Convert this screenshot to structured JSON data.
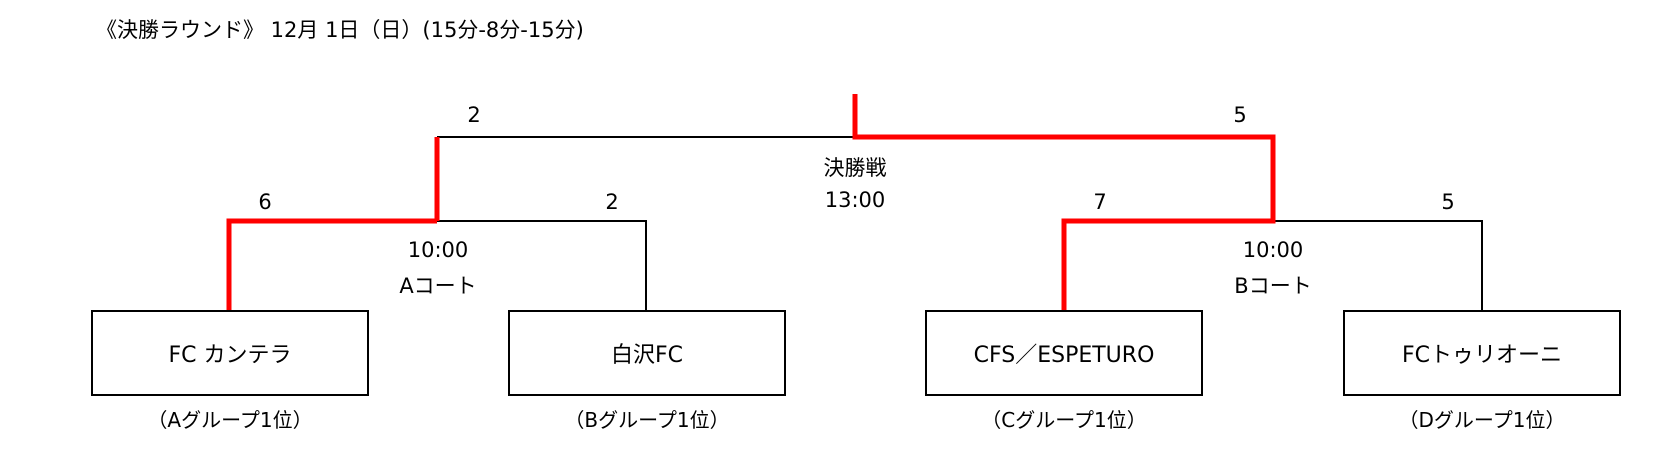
{
  "header": {
    "title": "《決勝ラウンド》 12月 1日（日）(15分-8分-15分)"
  },
  "final": {
    "name": "決勝戦",
    "time": "13:00",
    "score_left": "2",
    "score_right": "5"
  },
  "semifinals": [
    {
      "time": "10:00",
      "court": "Aコート",
      "score_left": "6",
      "score_right": "2"
    },
    {
      "time": "10:00",
      "court": "Bコート",
      "score_left": "7",
      "score_right": "5"
    }
  ],
  "teams": [
    {
      "name": "FC カンテラ",
      "seed": "（Aグループ1位）"
    },
    {
      "name": "白沢FC",
      "seed": "（Bグループ1位）"
    },
    {
      "name": "CFS／ESPETURO",
      "seed": "（Cグループ1位）"
    },
    {
      "name": "FCトゥリオーニ",
      "seed": "（Dグループ1位）"
    }
  ],
  "colors": {
    "winner_path": "#ff0000",
    "line": "#000000"
  }
}
